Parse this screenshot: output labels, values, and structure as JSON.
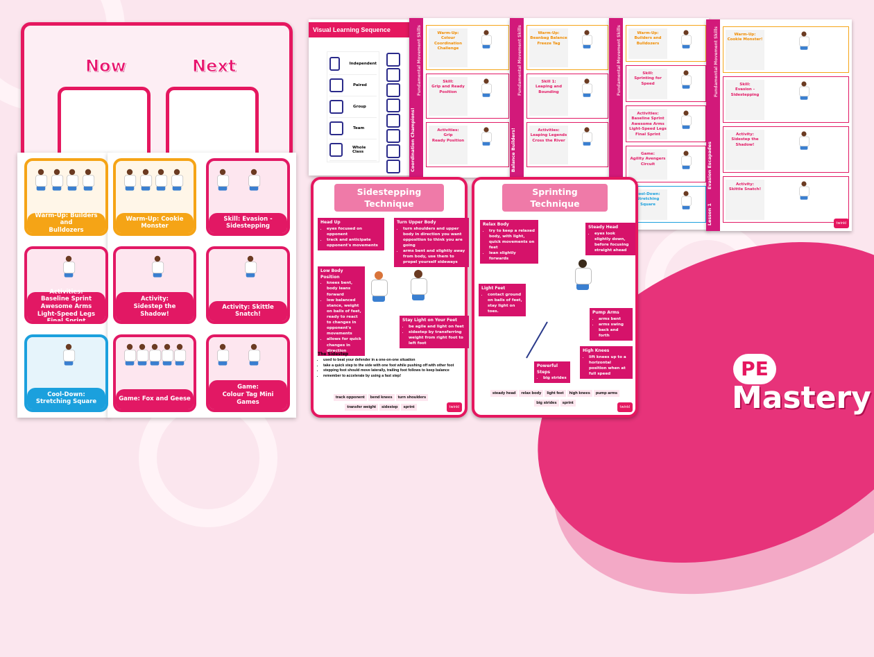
{
  "now_next": {
    "now": "Now",
    "next": "Next"
  },
  "cards": [
    {
      "label": "Warm-Up: Builders and\nBulldozers",
      "color": "#f5a416"
    },
    {
      "label": "Warm-Up: Cookie Monster",
      "color": "#f5a416"
    },
    {
      "label": "Skill: Evasion - Sidestepping",
      "color": "#e21864"
    },
    {
      "label": "Activities:\nBaseline Sprint\nAwesome Arms\nLight-Speed Legs\nFinal Sprint",
      "color": "#e21864"
    },
    {
      "label": "Activity:\nSidestep the Shadow!",
      "color": "#e21864"
    },
    {
      "label": "Activity: Skittle Snatch!",
      "color": "#e21864"
    },
    {
      "label": "Cool-Down:\nStretching Square",
      "color": "#1ba0dd"
    },
    {
      "label": "Game: Fox and Geese",
      "color": "#e21864"
    },
    {
      "label": "Game:\nColour Tag Mini Games",
      "color": "#e21864"
    }
  ],
  "visual_learning": {
    "title": "Visual Learning Sequence",
    "items": [
      "Independent",
      "Paired",
      "Group",
      "Team",
      "Whole Class"
    ]
  },
  "strips": [
    {
      "title": "Coordination Champions!",
      "subtitle": "Fundamental Movement Skills",
      "rows": [
        {
          "t": "Warm-Up:\nColour Coordination\nChallenge",
          "c": "o"
        },
        {
          "t": "Skill:\nGrip and Ready\nPosition",
          "c": "p"
        },
        {
          "t": "Activities:\nGrip\nReady Position",
          "c": "p"
        }
      ]
    },
    {
      "title": "Balance Builders!",
      "subtitle": "Fundamental Movement Skills",
      "rows": [
        {
          "t": "Warm-Up:\nBeanbag Balance\nFreeze Tag",
          "c": "o"
        },
        {
          "t": "Skill 1:\nLeaping and\nBounding",
          "c": "p"
        },
        {
          "t": "Activities:\nLeaping Legends\nCross the River",
          "c": "p"
        }
      ]
    },
    {
      "title": "Agility Avengers!",
      "subtitle": "Fundamental Movement Skills",
      "rows": [
        {
          "t": "Warm-Up:\nBuilders and\nBulldozers",
          "c": "o"
        },
        {
          "t": "Skill:\nSprinting for Speed",
          "c": "p"
        },
        {
          "t": "Activities:\nBaseline Sprint\nAwesome Arms\nLight-Speed Legs\nFinal Sprint",
          "c": "p"
        },
        {
          "t": "Game:\nAgility Avengers\nCircuit",
          "c": "p"
        },
        {
          "t": "Cool-Down:\nStretching Square",
          "c": "b"
        }
      ]
    },
    {
      "title": "Evasion Escapades",
      "subtitle": "Fundamental Movement Skills",
      "lesson": "Lesson 1",
      "rows": [
        {
          "t": "Warm-Up:\nCookie Monster!",
          "c": "o"
        },
        {
          "t": "Skill:\nEvasion -\nSidestepping",
          "c": "p"
        },
        {
          "t": "Activity:\nSidestep the\nShadow!",
          "c": "p"
        },
        {
          "t": "Activity:\nSkittle Snatch!",
          "c": "p"
        }
      ]
    }
  ],
  "sidestep": {
    "title1": "Sidestepping",
    "title2": "Technique",
    "boxes": [
      {
        "h": "Head Up",
        "b": [
          "eyes focused on opponent",
          "track and anticipate opponent's movements"
        ]
      },
      {
        "h": "Turn Upper Body",
        "b": [
          "turn shoulders and upper body in direction you want opposition to think you are going",
          "arms bent and slightly away from body, use them to propel yourself sideways"
        ]
      },
      {
        "h": "Low Body Position",
        "b": [
          "knees bent, body leans forward",
          "low balanced stance, weight on balls of feet, ready to react to changes in opponent's movements",
          "allows for quick changes in direction"
        ]
      },
      {
        "h": "Stay Light on Your Feet",
        "b": [
          "be agile and light on feet",
          "sidestep by transferring weight from right foot to left foot"
        ]
      }
    ],
    "section_title": "The Sidestep",
    "bullets": [
      "used to beat your defender in a one-on-one situation",
      "take a quick step to the side with one foot while pushing off with other foot",
      "stepping foot should move laterally, trailing foot follows to keep balance",
      "remember to accelerate by using a fast step!"
    ],
    "words": [
      "track opponent",
      "bend knees",
      "turn shoulders",
      "transfer weight",
      "sidestep",
      "sprint"
    ]
  },
  "sprint": {
    "title1": "Sprinting",
    "title2": "Technique",
    "boxes": [
      {
        "h": "Relax Body",
        "b": [
          "try to keep a relaxed body, with light, quick movements on feet",
          "lean slightly forwards"
        ]
      },
      {
        "h": "Steady Head",
        "b": [
          "eyes look slightly down, before focusing straight ahead"
        ]
      },
      {
        "h": "Light Feet",
        "b": [
          "contact ground on balls of feet, stay light on toes."
        ]
      },
      {
        "h": "Pump Arms",
        "b": [
          "arms bent",
          "arms swing back and forth"
        ]
      },
      {
        "h": "High Knees",
        "b": [
          "lift knees up to a horizontal position when at full speed"
        ]
      },
      {
        "h": "Powerful Steps",
        "b": [
          "big strides"
        ]
      }
    ],
    "words": [
      "steady head",
      "relax body",
      "light feet",
      "high knees",
      "pump arms",
      "big strides",
      "sprint"
    ]
  },
  "brand": {
    "twinkl": "twinkl",
    "logo_pe": "PE",
    "logo_mastery": "Mastery"
  }
}
